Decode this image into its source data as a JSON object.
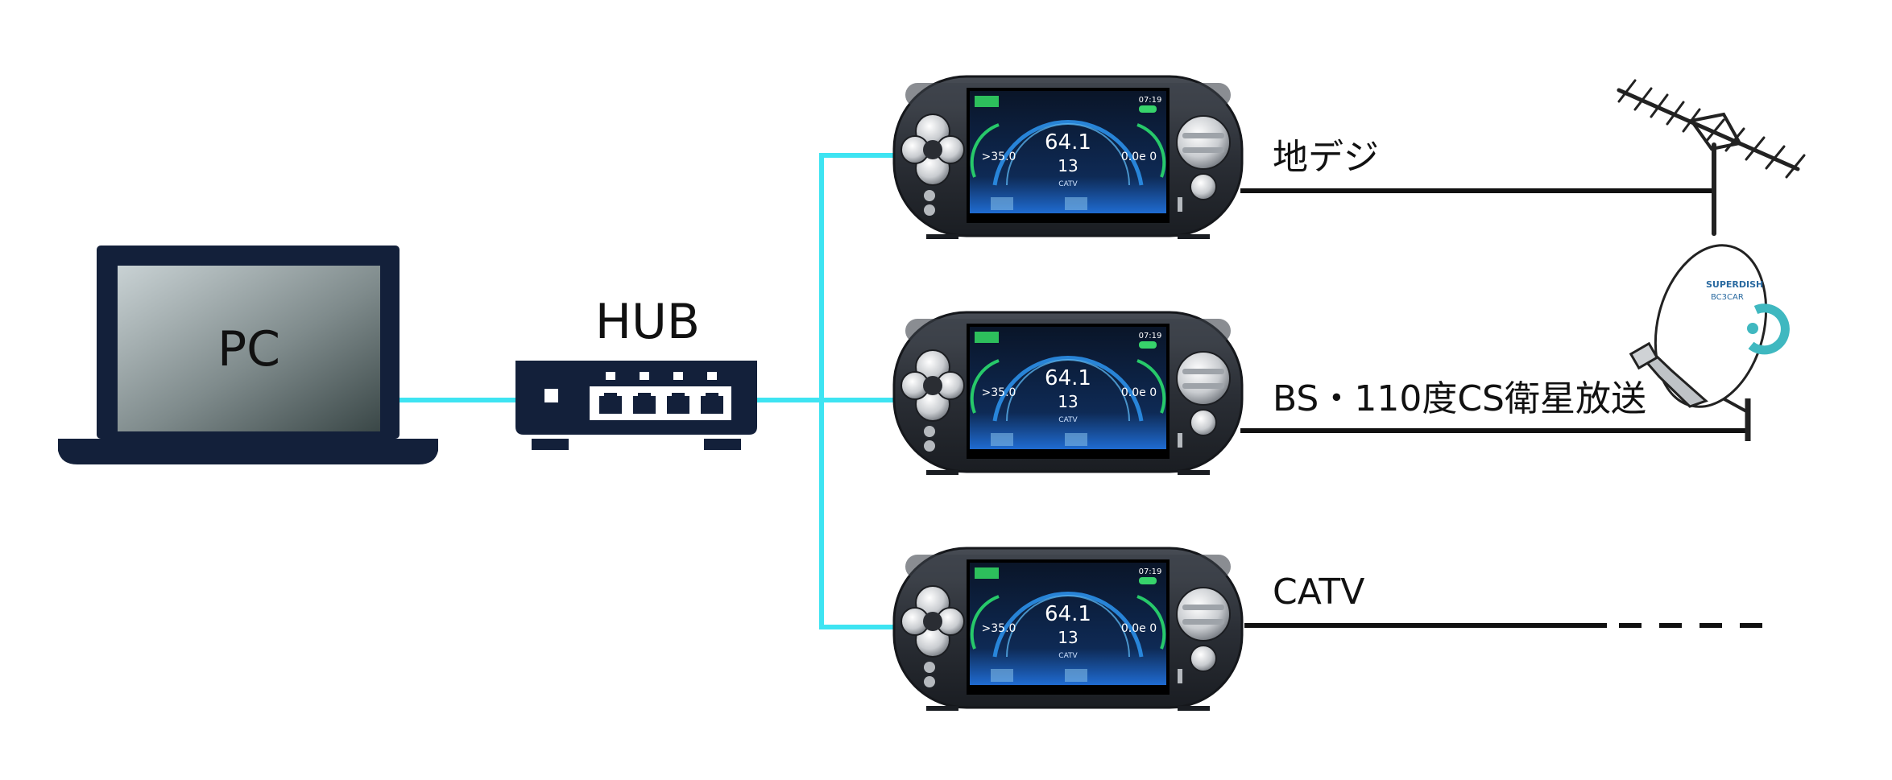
{
  "nodes": {
    "pc": {
      "label": "PC"
    },
    "hub": {
      "label": "HUB"
    },
    "meters": [
      {
        "screen": {
          "main_value": "64.1",
          "sub_value": "13",
          "left_value": ">35.0",
          "right_value": "0.0e 0",
          "time": "07:19",
          "tag": "CATV"
        }
      },
      {
        "screen": {
          "main_value": "64.1",
          "sub_value": "13",
          "left_value": ">35.0",
          "right_value": "0.0e 0",
          "time": "07:19",
          "tag": "CATV"
        }
      },
      {
        "screen": {
          "main_value": "64.1",
          "sub_value": "13",
          "left_value": ">35.0",
          "right_value": "0.0e 0",
          "time": "07:19",
          "tag": "CATV"
        }
      }
    ],
    "dish": {
      "brand_line1": "SUPERDISH",
      "brand_line2": "BC3CAR"
    }
  },
  "links": [
    {
      "label": "地デジ"
    },
    {
      "label": "BS・110度CS衛星放送"
    },
    {
      "label": "CATV"
    }
  ],
  "colors": {
    "ethernet_line": "#3ee4f2",
    "coax_line": "#111111",
    "device_navy": "#13203a",
    "meter_body": "#2b2f36"
  }
}
